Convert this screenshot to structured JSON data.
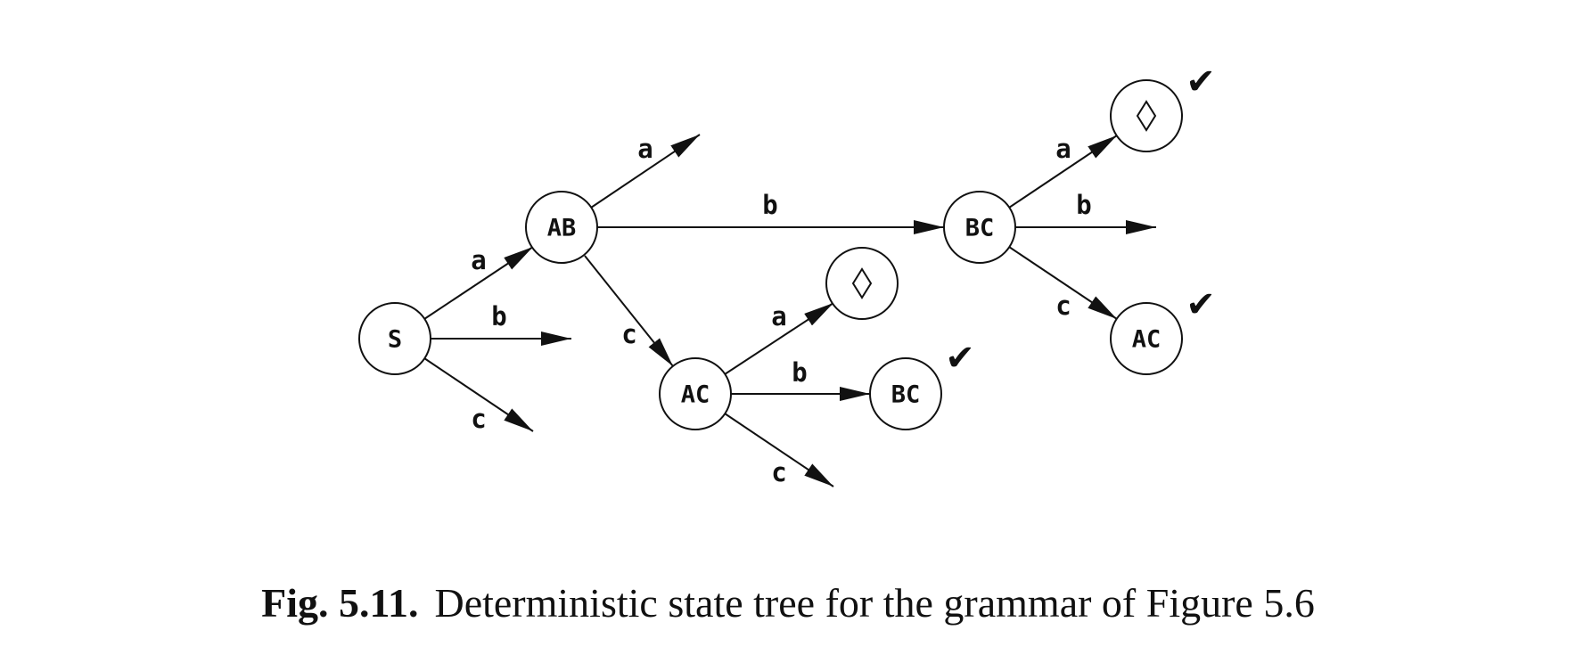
{
  "figure": {
    "caption_label": "Fig. 5.11.",
    "caption_text": "Deterministic state tree for the grammar of Figure 5.6"
  },
  "nodes": [
    {
      "id": "S",
      "label": "S"
    },
    {
      "id": "AB",
      "label": "AB"
    },
    {
      "id": "AC1",
      "label": "AC"
    },
    {
      "id": "BC1",
      "label": "BC",
      "checked": true
    },
    {
      "id": "BC2",
      "label": "BC"
    },
    {
      "id": "AC2",
      "label": "AC",
      "checked": true
    },
    {
      "id": "D1",
      "label": "◊"
    },
    {
      "id": "D2",
      "label": "◊",
      "checked": true
    }
  ],
  "edges": [
    {
      "from": "S",
      "to": "AB",
      "label": "a"
    },
    {
      "from": "S",
      "to": null,
      "label": "b"
    },
    {
      "from": "S",
      "to": null,
      "label": "c"
    },
    {
      "from": "AB",
      "to": null,
      "label": "a"
    },
    {
      "from": "AB",
      "to": "BC2",
      "label": "b"
    },
    {
      "from": "AB",
      "to": "AC1",
      "label": "c"
    },
    {
      "from": "AC1",
      "to": "D1",
      "label": "a"
    },
    {
      "from": "AC1",
      "to": "BC1",
      "label": "b"
    },
    {
      "from": "AC1",
      "to": null,
      "label": "c"
    },
    {
      "from": "BC2",
      "to": "D2",
      "label": "a"
    },
    {
      "from": "BC2",
      "to": null,
      "label": "b"
    },
    {
      "from": "BC2",
      "to": "AC2",
      "label": "c"
    }
  ],
  "marks": {
    "check": "✔"
  },
  "colors": {
    "ink": "#111111",
    "background": "#ffffff"
  }
}
